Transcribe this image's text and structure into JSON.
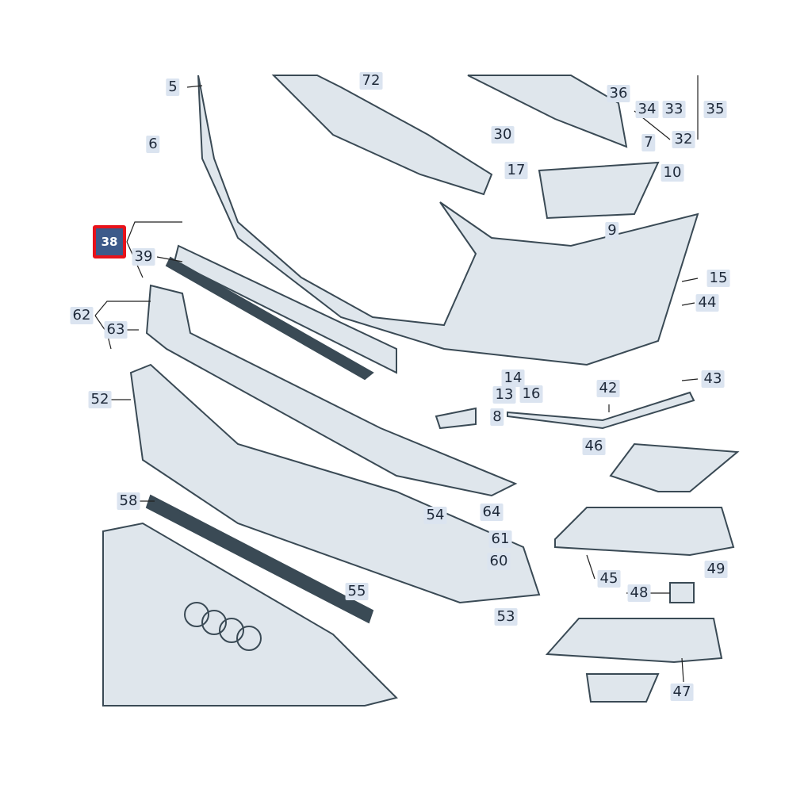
{
  "diagram": {
    "selected_part": "38",
    "colors": {
      "label_bg": "#dbe4f0",
      "label_text": "#1f2a3a",
      "selected_bg": "#3d5a8a",
      "selected_border": "#e8121a",
      "part_fill": "#dfe6ec",
      "part_stroke": "#3a4a55"
    },
    "labels": [
      "5",
      "72",
      "36",
      "34",
      "33",
      "35",
      "32",
      "30",
      "7",
      "17",
      "10",
      "6",
      "38",
      "39",
      "9",
      "15",
      "62",
      "63",
      "44",
      "14",
      "16",
      "13",
      "42",
      "43",
      "52",
      "8",
      "46",
      "58",
      "64",
      "54",
      "61",
      "60",
      "45",
      "49",
      "48",
      "55",
      "53",
      "47"
    ]
  }
}
